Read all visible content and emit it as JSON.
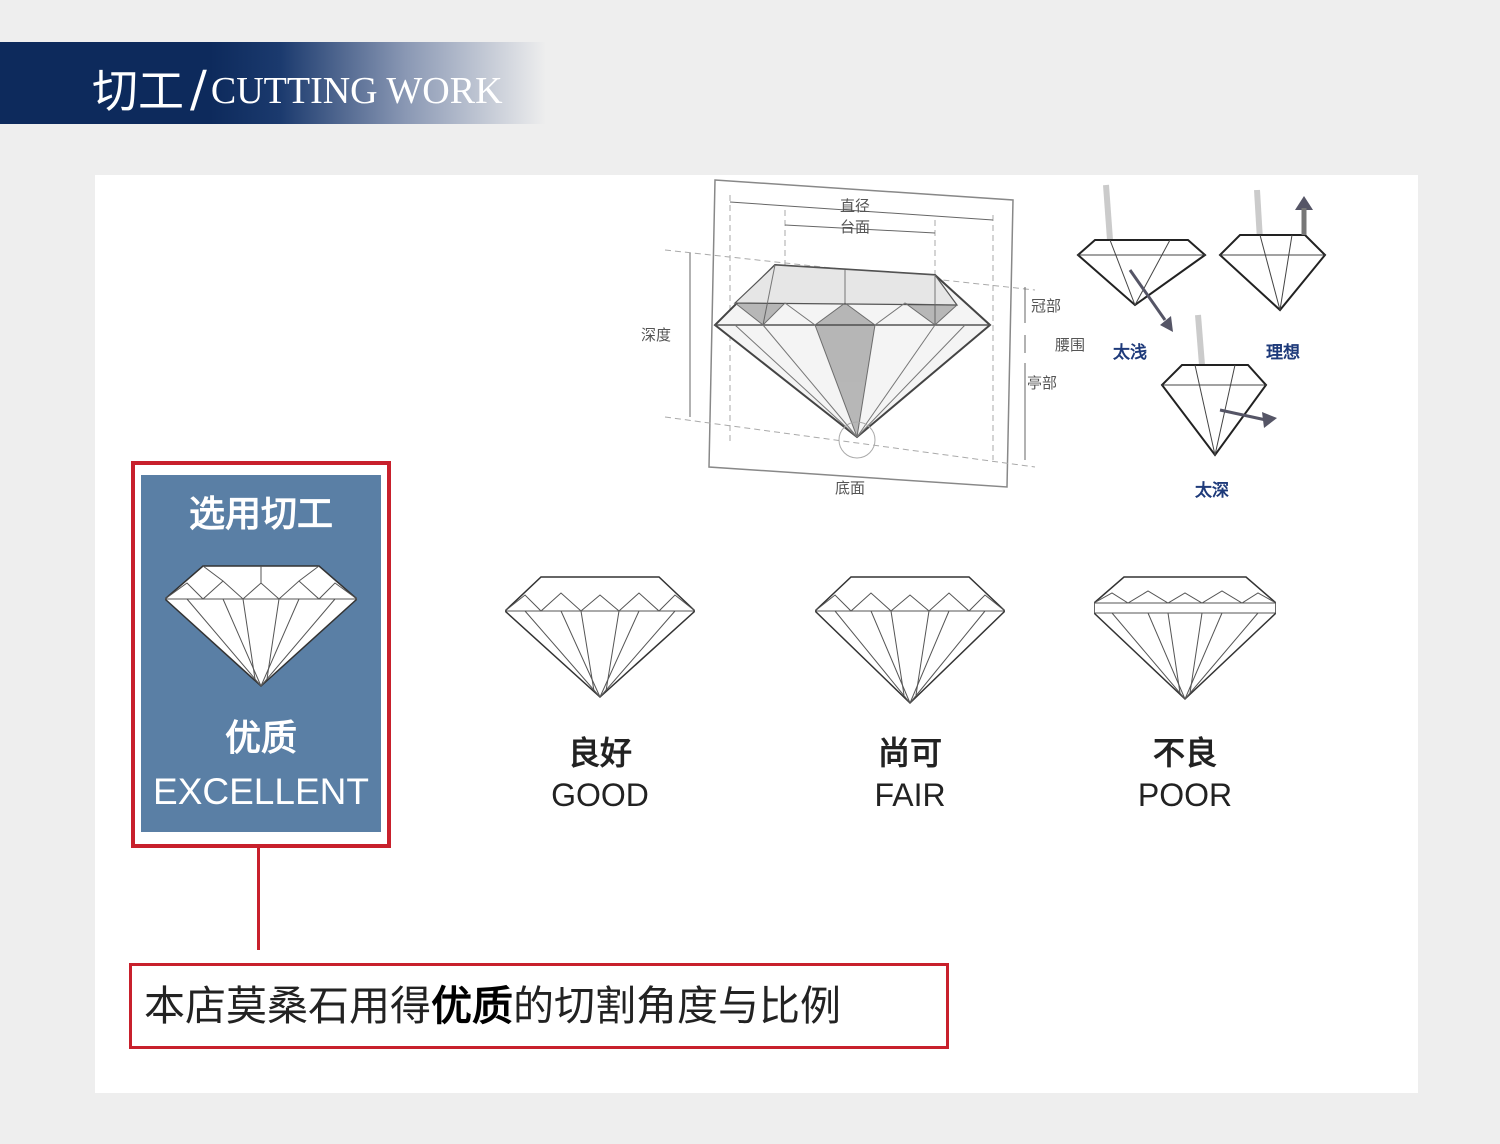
{
  "header": {
    "title_cn": "切工",
    "separator": "/",
    "title_en": "CUTTING WORK"
  },
  "diagram": {
    "labels": {
      "diameter": "直径",
      "table": "台面",
      "depth": "深度",
      "crown": "冠部",
      "girdle": "腰围",
      "pavilion": "亭部",
      "culet": "底面"
    },
    "light": {
      "too_shallow": "太浅",
      "ideal": "理想",
      "too_deep": "太深"
    }
  },
  "selected": {
    "title": "选用切工",
    "grade_cn": "优质",
    "grade_en": "EXCELLENT"
  },
  "grades": [
    {
      "cn": "良好",
      "en": "GOOD"
    },
    {
      "cn": "尚可",
      "en": "FAIR"
    },
    {
      "cn": "不良",
      "en": "POOR"
    }
  ],
  "note": {
    "before": "本店莫桑石用得",
    "highlight": "优质",
    "after": "的切割角度与比例"
  },
  "colors": {
    "navy": "#0d2a5c",
    "red": "#c8202c",
    "panel_blue": "#5a7fa5"
  }
}
